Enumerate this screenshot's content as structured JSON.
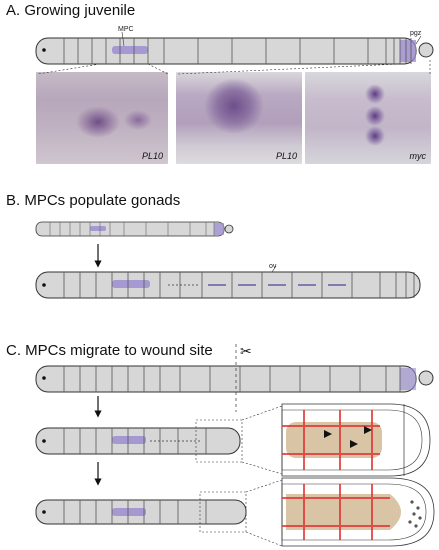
{
  "panels": {
    "a": {
      "title": "A. Growing juvenile"
    },
    "b": {
      "title": "B. MPCs populate gonads"
    },
    "c": {
      "title": "C. MPCs migrate to wound site"
    }
  },
  "labels": {
    "mpc": "MPC",
    "pgz": "pgz",
    "ov": "ov"
  },
  "photos": [
    {
      "caption": "PL10"
    },
    {
      "caption": "PL10"
    },
    {
      "caption": "myc"
    }
  ],
  "colors": {
    "body_fill": "#d7d7d7",
    "outline": "#333333",
    "mpc_purple": "#9a8ad0",
    "tissue_tan": "#d9c5a6",
    "vessel_red": "#e03030"
  }
}
